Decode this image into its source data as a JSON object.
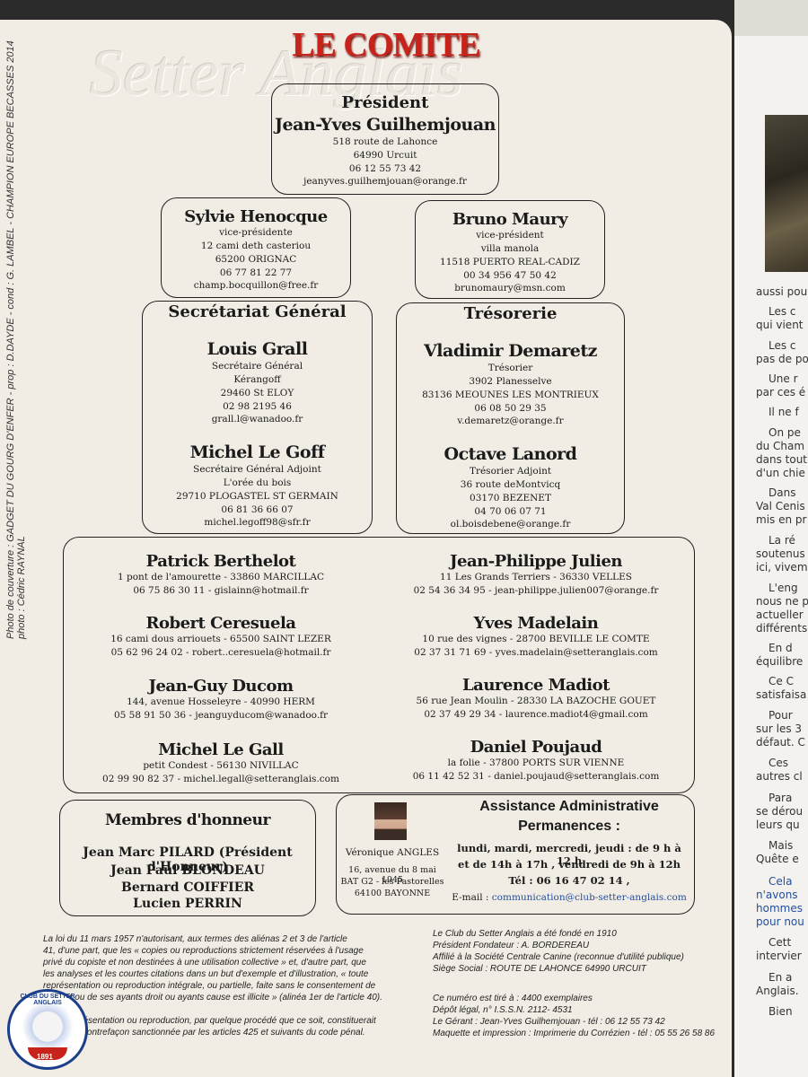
{
  "title": "LE COMITE",
  "watermark": "Setter Anglais",
  "side_credit": {
    "line1": "Photo de couverture : GADGET DU GOURG D'ENFER - prop : D.DAYDE - cond : G. LAMBEL - CHAMPION EUROPE BECASSES 2014",
    "line2": "photo : Cédric RAYNAL"
  },
  "president": {
    "role": "Président",
    "name": "Jean-Yves Guilhemjouan",
    "lines": [
      "518 route de Lahonce",
      "64990 Urcuit",
      "06 12 55 73 42",
      "jeanyves.guilhemjouan@orange.fr"
    ]
  },
  "vp1": {
    "name": "Sylvie Henocque",
    "lines": [
      "vice-présidente",
      "12 cami deth casteriou",
      "65200 ORIGNAC",
      "06 77 81 22 77",
      "champ.bocquillon@free.fr"
    ]
  },
  "vp2": {
    "name": "Bruno Maury",
    "lines": [
      "vice-président",
      "villa manola",
      "11518 PUERTO REAL-CADIZ",
      "00 34 956 47 50 42",
      "brunomaury@msn.com"
    ]
  },
  "secretariat": {
    "header": "Secrétariat Général",
    "p1": {
      "name": "Louis Grall",
      "lines": [
        "Secrétaire Général",
        "Kérangoff",
        "29460 St ELOY",
        "02 98 2195 46",
        "grall.l@wanadoo.fr"
      ]
    },
    "p2": {
      "name": "Michel Le Goff",
      "lines": [
        "Secrétaire Général Adjoint",
        "L'orée du bois",
        "29710 PLOGASTEL ST GERMAIN",
        "06 81 36 66 07",
        "michel.legoff98@sfr.fr"
      ]
    }
  },
  "tresorerie": {
    "header": "Trésorerie",
    "p1": {
      "name": "Vladimir Demaretz",
      "lines": [
        "Trésorier",
        "3902 Planesselve",
        "83136 MEOUNES LES MONTRIEUX",
        "06 08 50 29 35",
        "v.demaretz@orange.fr"
      ]
    },
    "p2": {
      "name": "Octave Lanord",
      "lines": [
        "Trésorier Adjoint",
        "36 route deMontvicq",
        "03170 BEZENET",
        "04 70 06 07 71",
        "ol.boisdebene@orange.fr"
      ]
    }
  },
  "members_left": [
    {
      "name": "Patrick Berthelot",
      "l1": "1 pont de l'amourette - 33860 MARCILLAC",
      "l2": "06 75 86 30 11 - gislainn@hotmail.fr"
    },
    {
      "name": "Robert Ceresuela",
      "l1": "16 cami dous arriouets - 65500 SAINT LEZER",
      "l2": "05 62 96 24 02 - robert..ceresuela@hotmail.fr"
    },
    {
      "name": "Jean-Guy Ducom",
      "l1": "144, avenue Hosseleyre - 40990 HERM",
      "l2": "05 58 91 50 36 - jeanguyducom@wanadoo.fr"
    },
    {
      "name": "Michel Le Gall",
      "l1": "petit Condest - 56130 NIVILLAC",
      "l2": "02 99 90 82 37 - michel.legall@setteranglais.com"
    }
  ],
  "members_right": [
    {
      "name": "Jean-Philippe Julien",
      "l1": "11 Les Grands Terriers - 36330 VELLES",
      "l2": "02 54 36 34 95 - jean-philippe.julien007@orange.fr"
    },
    {
      "name": "Yves Madelain",
      "l1": "10 rue des vignes - 28700 BEVILLE LE COMTE",
      "l2": "02 37 31 71 69 - yves.madelain@setteranglais.com"
    },
    {
      "name": "Laurence Madiot",
      "l1": "56 rue Jean Moulin - 28330 LA BAZOCHE GOUET",
      "l2": "02 37 49 29 34 - laurence.madiot4@gmail.com"
    },
    {
      "name": "Daniel Poujaud",
      "l1": "la folie - 37800 PORTS SUR VIENNE",
      "l2": "06 11 42 52 31 - daniel.poujaud@setteranglais.com"
    }
  ],
  "honneur": {
    "header": "Membres d'honneur",
    "names": [
      "Jean Marc PILARD (Président d'Honneur)",
      "Jean Paul BLONDEAU",
      "Bernard COIFFIER",
      "Lucien PERRIN"
    ]
  },
  "assistance": {
    "title1": "Assistance Administrative",
    "title2": "Permanences :",
    "person": "Véronique ANGLES",
    "addr": [
      "16, avenue du 8 mai 1945",
      "BAT G2 - les Pastorelles",
      "64100 BAYONNE"
    ],
    "hours": [
      "lundi, mardi, mercredi, jeudi : de 9 h à 12 h",
      "et de 14h à 17h , vendredi de 9h à 12h",
      "Tél : 06 16 47 02 14 ,"
    ],
    "email_label": "E-mail :",
    "email": "communication@club-setter-anglais.com"
  },
  "legal_left": [
    "La loi du 11 mars 1957 n'autorisant, aux termes des aliénas 2 et 3 de l'article",
    "41, d'une part, que les « copies ou reproductions strictement réservées à l'usage",
    "privé du copiste et non destinées à une utilisation collective » et, d'autre part, que",
    "les analyses et les courtes citations dans un but d'exemple et d'illustration, « toute",
    "représentation ou reproduction intégrale, ou partielle, faite sans le consentement de",
    "l'auteur ou de ses ayants droit ou ayants cause est illicite » (alinéa 1er de l'article 40).",
    "",
    "Cette représentation ou reproduction, par quelque procédé que ce soit, constituerait",
    "donc une contrefaçon sanctionnée par les articles 425 et suivants du code pénal."
  ],
  "legal_right": [
    "Le Club du Setter Anglais a été fondé en 1910",
    "Président Fondateur : A. BORDEREAU",
    "Affilié à la Société Centrale Canine (reconnue d'utilité publique)",
    "Siège Social : ROUTE DE LAHONCE 64990 URCUIT",
    "",
    "Ce numéro est tiré à : 4400 exemplaires",
    "Dépôt légal, n° I.S.S.N. 2112- 4531",
    "Le Gérant : Jean-Yves Guilhemjouan - tél : 06 12 55 73 42",
    "Maquette et impression : Imprimerie du Corrézien - tél : 05 55 26 58 86"
  ],
  "logo": {
    "top": "CLUB DU SETTER ANGLAIS",
    "year": "1891"
  },
  "right_page_lines": [
    "aussi pou",
    "Les c",
    "qui vient",
    "Les c",
    "pas de po",
    "Une r",
    "par ces é",
    "Il ne f",
    "On pe",
    "du Cham",
    "dans tout",
    "d'un chie",
    "Dans",
    "Val Cenis",
    "mis en pr",
    "La ré",
    "soutenus",
    "ici, vivem",
    "L'eng",
    "nous ne p",
    "actueller",
    "différents",
    "En d",
    "équilibre",
    "Ce C",
    "satisfaisa",
    "Pour",
    "sur les 3",
    "défaut. C",
    "Ces",
    "autres cl",
    "Para",
    "se dérou",
    "leurs qu",
    "Mais",
    "Quête e",
    "Cela",
    "n'avons",
    "hommes",
    "pour nou",
    "Cett",
    "intervier",
    "En a",
    "Anglais.",
    "Bien"
  ]
}
